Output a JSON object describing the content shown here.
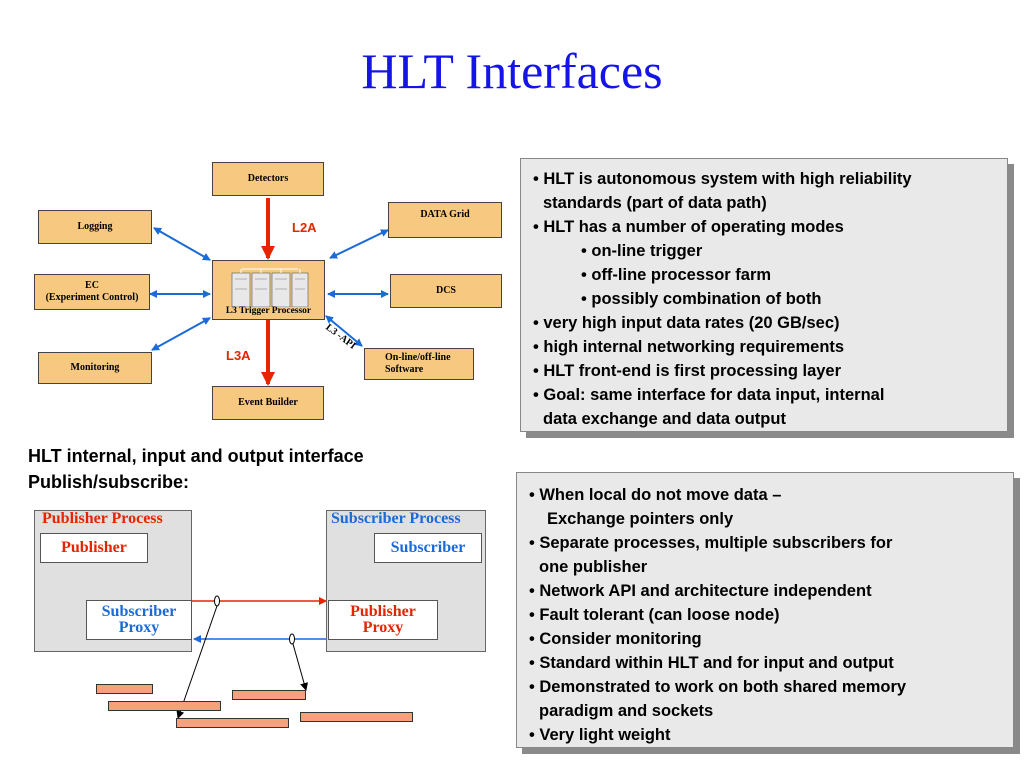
{
  "title": "HLT Interfaces",
  "diagram": {
    "detectors": "Detectors",
    "logging": "Logging",
    "data_grid": "DATA Grid",
    "ec_line1": "EC",
    "ec_line2": "(Experiment Control)",
    "dcs": "DCS",
    "monitoring": "Monitoring",
    "online_line1": "On-line/off-line",
    "online_line2": "Software",
    "event_builder": "Event Builder",
    "l3_processor": "L3 Trigger Processor",
    "l2a": "L2A",
    "l3a": "L3A",
    "l3_api": "L3 -API"
  },
  "panel1": {
    "lines": [
      "• HLT is autonomous system with high reliability",
      "standards (part of data path)",
      "• HLT has a number of operating modes",
      "• on-line trigger",
      "• off-line processor farm",
      "• possibly combination of both",
      "• very high input data rates (20 GB/sec)",
      "• high internal networking requirements",
      "• HLT front-end is first processing layer",
      "• Goal: same interface for data input, internal",
      "data exchange and data output"
    ]
  },
  "subheading": {
    "line1": "HLT internal, input and output interface",
    "line2": "Publish/subscribe:"
  },
  "pubsub": {
    "publisher_process": "Publisher Process",
    "subscriber_process": "Subscriber Process",
    "publisher": "Publisher",
    "subscriber": "Subscriber",
    "subscriber_proxy_1": "Subscriber",
    "subscriber_proxy_2": "Proxy",
    "publisher_proxy_1": "Publisher",
    "publisher_proxy_2": "Proxy"
  },
  "panel2": {
    "lines": [
      "• When local do not move data –",
      "Exchange pointers only",
      "• Separate processes, multiple subscribers for",
      "one publisher",
      "• Network API and architecture independent",
      "• Fault tolerant (can loose node)",
      "• Consider monitoring",
      "• Standard within HLT and for input and output",
      "• Demonstrated to work on both shared memory",
      "paradigm and sockets",
      "• Very light weight"
    ]
  },
  "colors": {
    "title": "#1414e6",
    "box_fill": "#f7c980",
    "red_arrow": "#e62400",
    "blue_arrow": "#1a6ad8"
  }
}
